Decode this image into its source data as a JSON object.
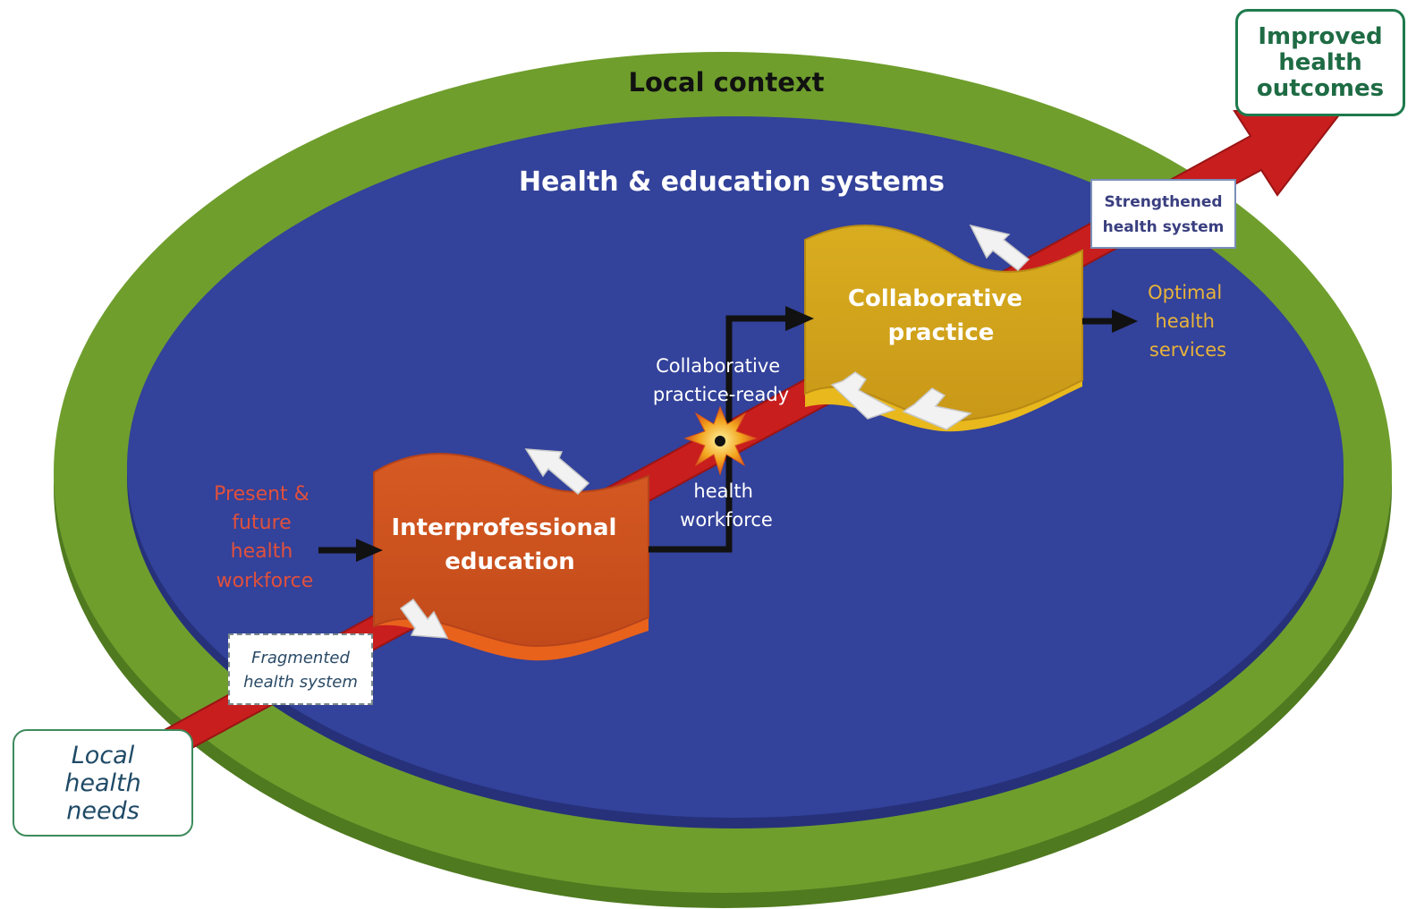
{
  "labels": {
    "local_context": "Local context",
    "systems": "Health & education systems",
    "ipe": [
      "Interprofessional",
      "education"
    ],
    "cp": [
      "Collaborative",
      "practice"
    ],
    "present_future": [
      "Present &",
      "future",
      "health",
      "workforce"
    ],
    "cp_ready": [
      "Collaborative",
      "practice-ready"
    ],
    "health_workforce": [
      "health",
      "workforce"
    ],
    "optimal": [
      "Optimal",
      "health",
      "services"
    ],
    "local_needs": [
      "Local",
      "health",
      "needs"
    ],
    "outcomes": [
      "Improved",
      "health",
      "outcomes"
    ],
    "fragmented": [
      "Fragmented",
      "health system"
    ],
    "strengthened": [
      "Strengthened",
      "health system"
    ]
  },
  "colors": {
    "outer_ring": "#6f9e2d",
    "inner_disc": "#33429a",
    "red_arrow": "#c81e1e",
    "ipe_banner": "#d4551f",
    "cp_banner": "#d6a719",
    "connector": "#111111",
    "present_text": "#e0503c",
    "optimal_text": "#e8b33a"
  }
}
